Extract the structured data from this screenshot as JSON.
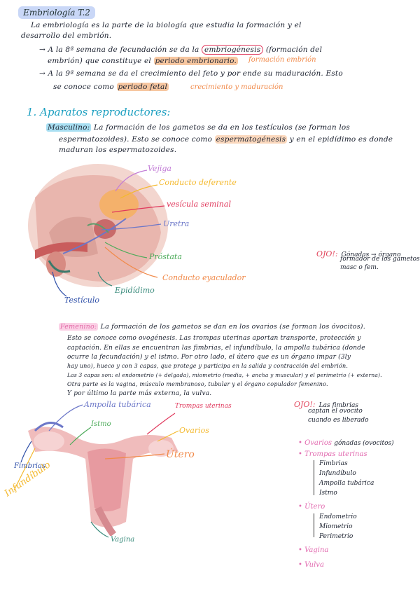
{
  "title": "Embriología T.2",
  "intro": {
    "line1": "La embriología es la parte de la biología que estudia la formación y el",
    "line2": "desarrollo del embrión."
  },
  "bullet1": {
    "pre": "→ A la 8ª semana de fecundación se da la",
    "circled": "embriogénesis",
    "post": "(formación del",
    "line2_pre": "embrión) que constituye el",
    "highlight": "periodo embrionario.",
    "note": "formación embrión"
  },
  "bullet2": {
    "line1": "→ A la 9ª semana se da el crecimiento del feto y por ende su maduración. Esto",
    "line2_pre": "se conoce como",
    "highlight": "periodo fetal",
    "note": "crecimiento y maduración"
  },
  "section1": {
    "heading": "1. Aparatos reproductores:",
    "masc_label": "Masculino:",
    "masc_line1": "La formación de los gametos se da en los testículos (se forman los",
    "masc_line2_pre": "espermatozoides). Esto se conoce como",
    "masc_highlight": "espermatogénesis",
    "masc_line2_post": "y en el epidídimo es donde",
    "masc_line3": "maduran los espermatozoides."
  },
  "male_labels": {
    "vejiga": "Vejiga",
    "conducto_deferente": "Conducto deferente",
    "vesicula_seminal": "vesícula seminal",
    "uretra": "Uretra",
    "prostata": "Próstata",
    "conducto_eyaculador": "Conducto eyaculador",
    "epididimo": "Epidídimo",
    "testiculo": "Testículo"
  },
  "ojo1": {
    "label": "OJO!:",
    "text1": "Gónadas → órgano",
    "text2": "formador de los gametos",
    "text3": "masc o fem."
  },
  "female": {
    "label": "Femenino:",
    "l1": "La formación de los gametos se dan en los ovarios (se forman los óvocitos).",
    "l2": "Esto se conoce como ovogénesis. Las trompas uterinas aportan transporte, protección y",
    "l3": "captación. En ellas se encuentran las fimbrias, el infundíbulo, la ampolla tubárica (donde",
    "l4": "ocurre la fecundación) y el istmo. Por otro lado, el útero que es un órgano impar (3ly",
    "l5": "hay uno), hueco y con 3 capas, que protege y participa en la salida y contracción del embrión.",
    "l6": "Las 3 capas son: el endometrio (+ delgada), miometrio (media, + ancha y muscular) y el perimetrio (+ externa).",
    "l7": "Otra parte es la vagina, músculo membranoso, tubular y el órgano copulador femenino.",
    "l8": "Y por último la parte más externa, la vulva."
  },
  "female_labels": {
    "ampolla": "Ampolla tubárica",
    "trompas": "Trompas uterinas",
    "istmo": "Istmo",
    "ovarios": "Ovarios",
    "utero": "Útero",
    "fimbrias": "Fimbrias",
    "infundibulo": "Infundíbulo",
    "vagina": "Vagina"
  },
  "ojo2": {
    "label": "OJO!:",
    "text1": "Las fimbrias",
    "text2": "captan el ovocito",
    "text3": "cuando es liberado"
  },
  "summary": {
    "ovarios": "• Ovarios",
    "ovarios_note": "gónadas (ovocitos)",
    "trompas": "• Trompas uterinas",
    "trompas_items": [
      "Fimbrias",
      "Infundíbulo",
      "Ampolla tubárica",
      "Istmo"
    ],
    "utero": "• Útero",
    "utero_items": [
      "Endometrio",
      "Miometrio",
      "Perimetrio"
    ],
    "vagina": "• Vagina",
    "vulva": "• Vulva"
  },
  "colors": {
    "pill": "#c9d7f7",
    "orange_highlight": "#f7c7a1",
    "red_circle": "#e0385c",
    "teal_heading": "#1b9fc0",
    "pink": "#e26bb0"
  }
}
